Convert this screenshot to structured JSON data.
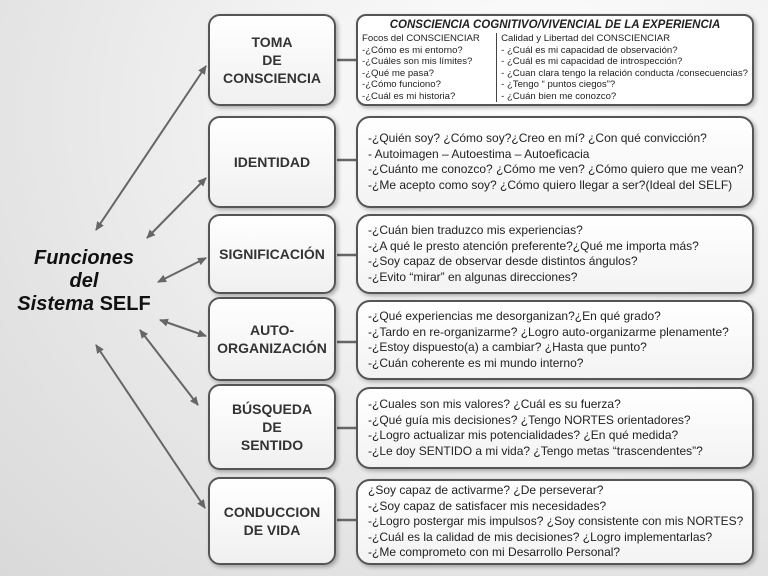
{
  "center_label": {
    "line1": "Funciones",
    "line2": "del",
    "line3_italic": "Sistema",
    "line3_bold": "SELF"
  },
  "rows": [
    {
      "label": "TOMA\nDE\nCONSCIENCIA",
      "header": "CONSCIENCIA COGNITIVO/VIVENCIAL DE LA EXPERIENCIA",
      "left_title": "Focos del CONSCIENCIAR",
      "left_items": [
        "-¿Cómo es mi entorno?",
        "-¿Cuáles son mis límites?",
        "-¿Qué me pasa?",
        "-¿Cómo funciono?",
        "-¿Cuál es mi historia?"
      ],
      "right_title": "Calidad y Libertad del CONSCIENCIAR",
      "right_items": [
        "- ¿Cuál es mi capacidad de observación?",
        "- ¿Cuál es mi capacidad de introspección?",
        "- ¿Cuan clara tengo la relación conducta /consecuencias?",
        "- ¿Tengo “ puntos ciegos”?",
        "- ¿Cuán bien me conozco?"
      ]
    },
    {
      "label": "IDENTIDAD",
      "lines": [
        "-¿Quién soy? ¿Cómo soy?¿Creo en mí? ¿Con qué convicción?",
        "- Autoimagen – Autoestima – Autoeficacia",
        "-¿Cuánto me conozco? ¿Cómo me ven? ¿Cómo quiero que me vean?",
        "-¿Me acepto como soy? ¿Cómo quiero llegar a ser?(Ideal del SELF)"
      ]
    },
    {
      "label": "SIGNIFICACIÓN",
      "lines": [
        "-¿Cuán bien traduzco mis experiencias?",
        "-¿A qué le presto atención preferente?¿Qué me importa más?",
        "-¿Soy capaz de observar desde distintos ángulos?",
        "-¿Evito “mirar” en algunas direcciones?"
      ]
    },
    {
      "label": "AUTO-\nORGANIZACIÓN",
      "lines": [
        "-¿Qué experiencias me desorganizan?¿En qué grado?",
        "-¿Tardo en re-organizarme? ¿Logro auto-organizarme plenamente?",
        "-¿Estoy dispuesto(a) a cambiar? ¿Hasta que punto?",
        "-¿Cuán coherente es mi mundo interno?"
      ]
    },
    {
      "label": "BÚSQUEDA\nDE\nSENTIDO",
      "lines": [
        "-¿Cuales son mis valores? ¿Cuál es su fuerza?",
        "-¿Qué guía mis decisiones? ¿Tengo NORTES orientadores?",
        "-¿Logro actualizar mis potencialidades? ¿En qué medida?",
        "-¿Le doy SENTIDO a mi vida? ¿Tengo metas “trascendentes”?"
      ]
    },
    {
      "label": "CONDUCCION\nDE VIDA",
      "lines": [
        "¿Soy capaz de activarme? ¿De perseverar?",
        "-¿Soy capaz de satisfacer mis necesidades?",
        "-¿Logro postergar mis impulsos? ¿Soy consistente con mis NORTES?",
        "-¿Cuál es la calidad de mis decisiones? ¿Logro implementarlas?",
        "-¿Me comprometo con mi Desarrollo Personal?"
      ]
    }
  ]
}
